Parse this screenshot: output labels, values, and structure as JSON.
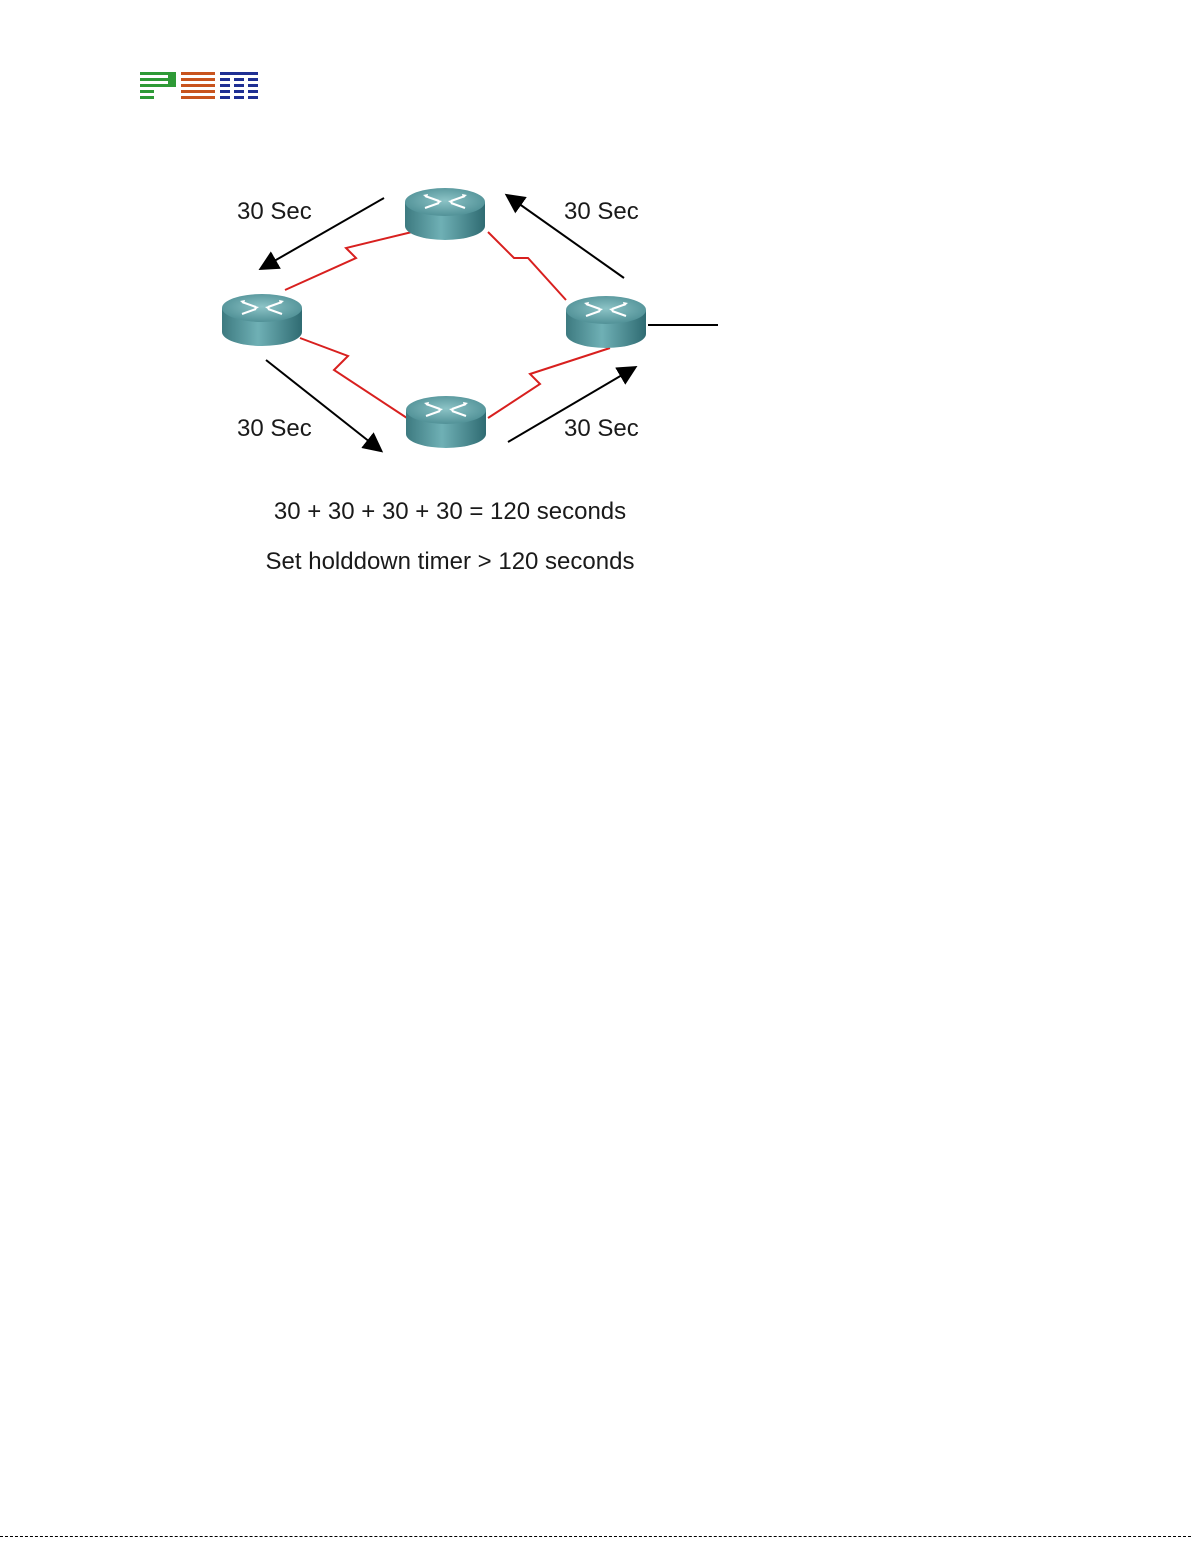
{
  "logo": {
    "name": "PNM logo",
    "colors": [
      "#2e9a36",
      "#c8541e",
      "#1f2f93"
    ]
  },
  "diagram": {
    "routers": [
      "top-router",
      "left-router",
      "right-router",
      "bottom-router"
    ],
    "arrows": [
      {
        "name": "top-left",
        "label": "30 Sec"
      },
      {
        "name": "top-right",
        "label": "30 Sec"
      },
      {
        "name": "bottom-left",
        "label": "30 Sec"
      },
      {
        "name": "bottom-right",
        "label": "30 Sec"
      }
    ],
    "serial_link_color": "#d8201f",
    "router_color": "#4d8f95"
  },
  "captions": {
    "sum": "30 + 30 + 30 + 30 = 120 seconds",
    "holddown": "Set holddown timer > 120 seconds"
  }
}
